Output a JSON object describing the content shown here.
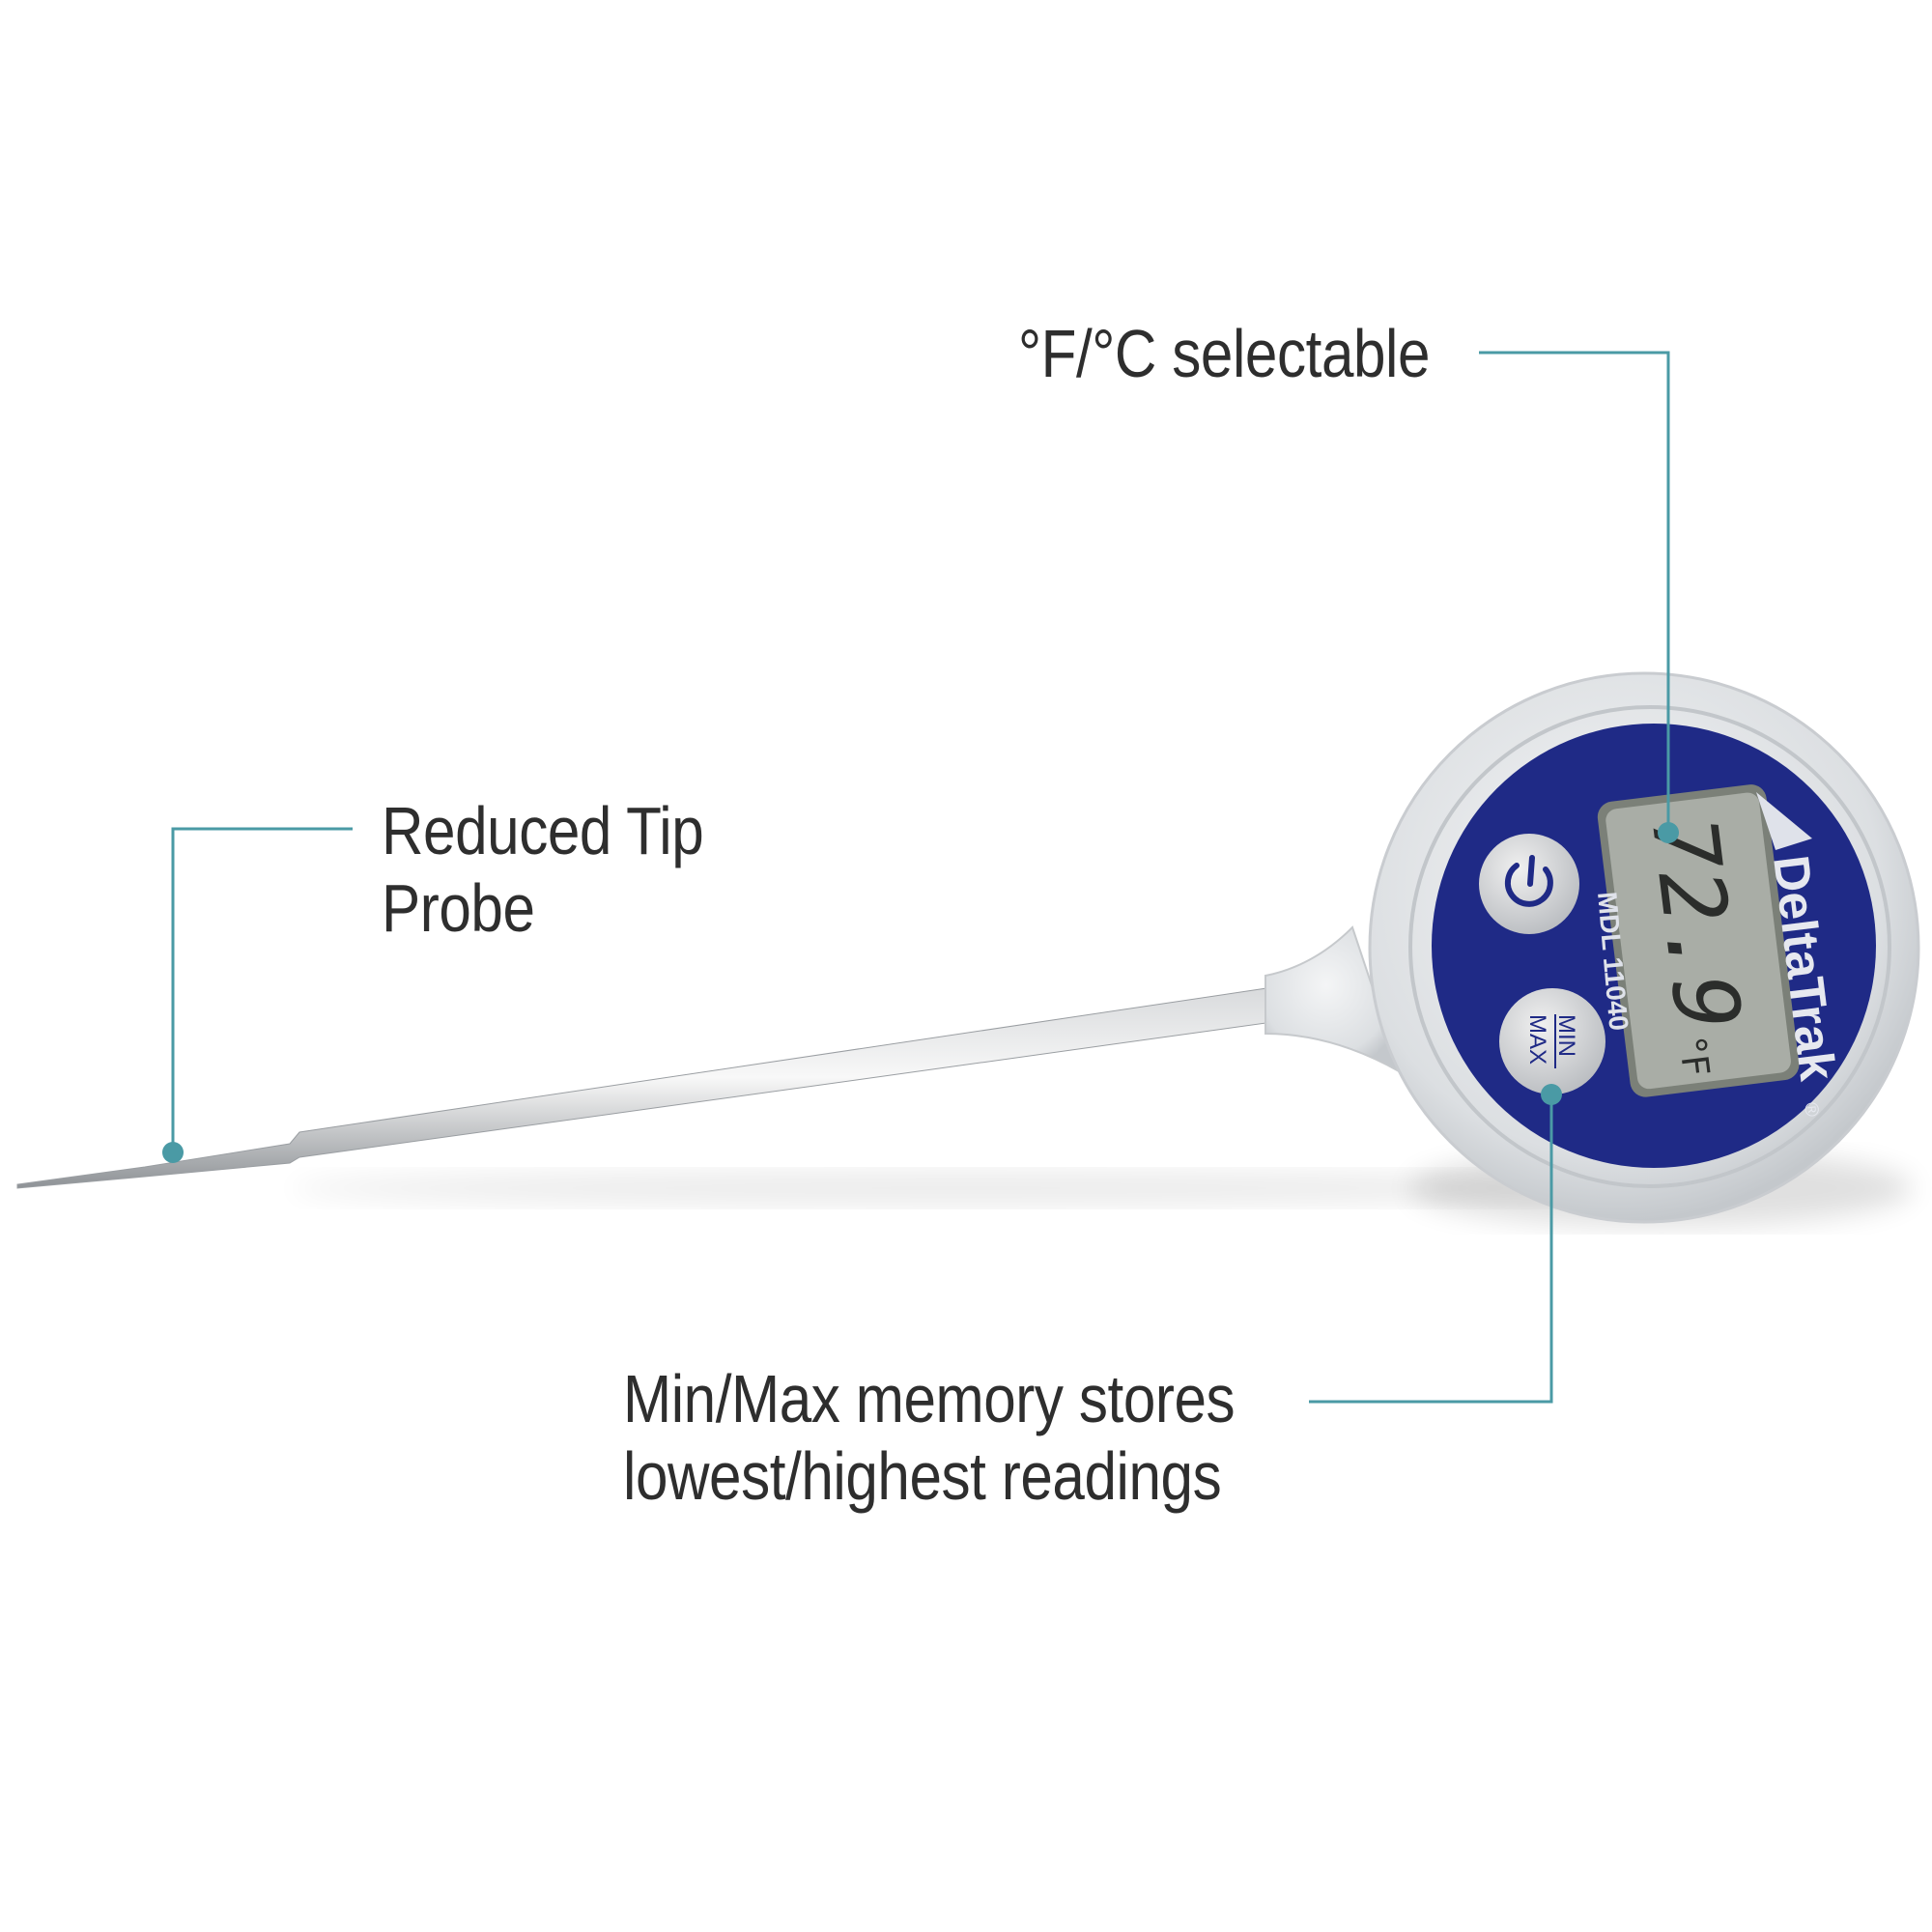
{
  "callouts": {
    "units": {
      "text": "°F/°C selectable"
    },
    "probe": {
      "line1": "Reduced Tip",
      "line2": "Probe"
    },
    "memory": {
      "line1": "Min/Max memory stores",
      "line2": "lowest/highest readings"
    }
  },
  "device": {
    "brand": "DeltaTrak",
    "registered_mark": "®",
    "model": "MDL 11040",
    "display_reading": "72.9",
    "display_unit": "°F",
    "power_button_icon": "power-icon",
    "minmax_button": {
      "top": "MIN",
      "bottom": "MAX"
    }
  },
  "colors": {
    "callout_line": "#4a9aa5",
    "face": "#1f2a86",
    "lcd": "#a9ada6",
    "text": "#2e2e2e"
  }
}
